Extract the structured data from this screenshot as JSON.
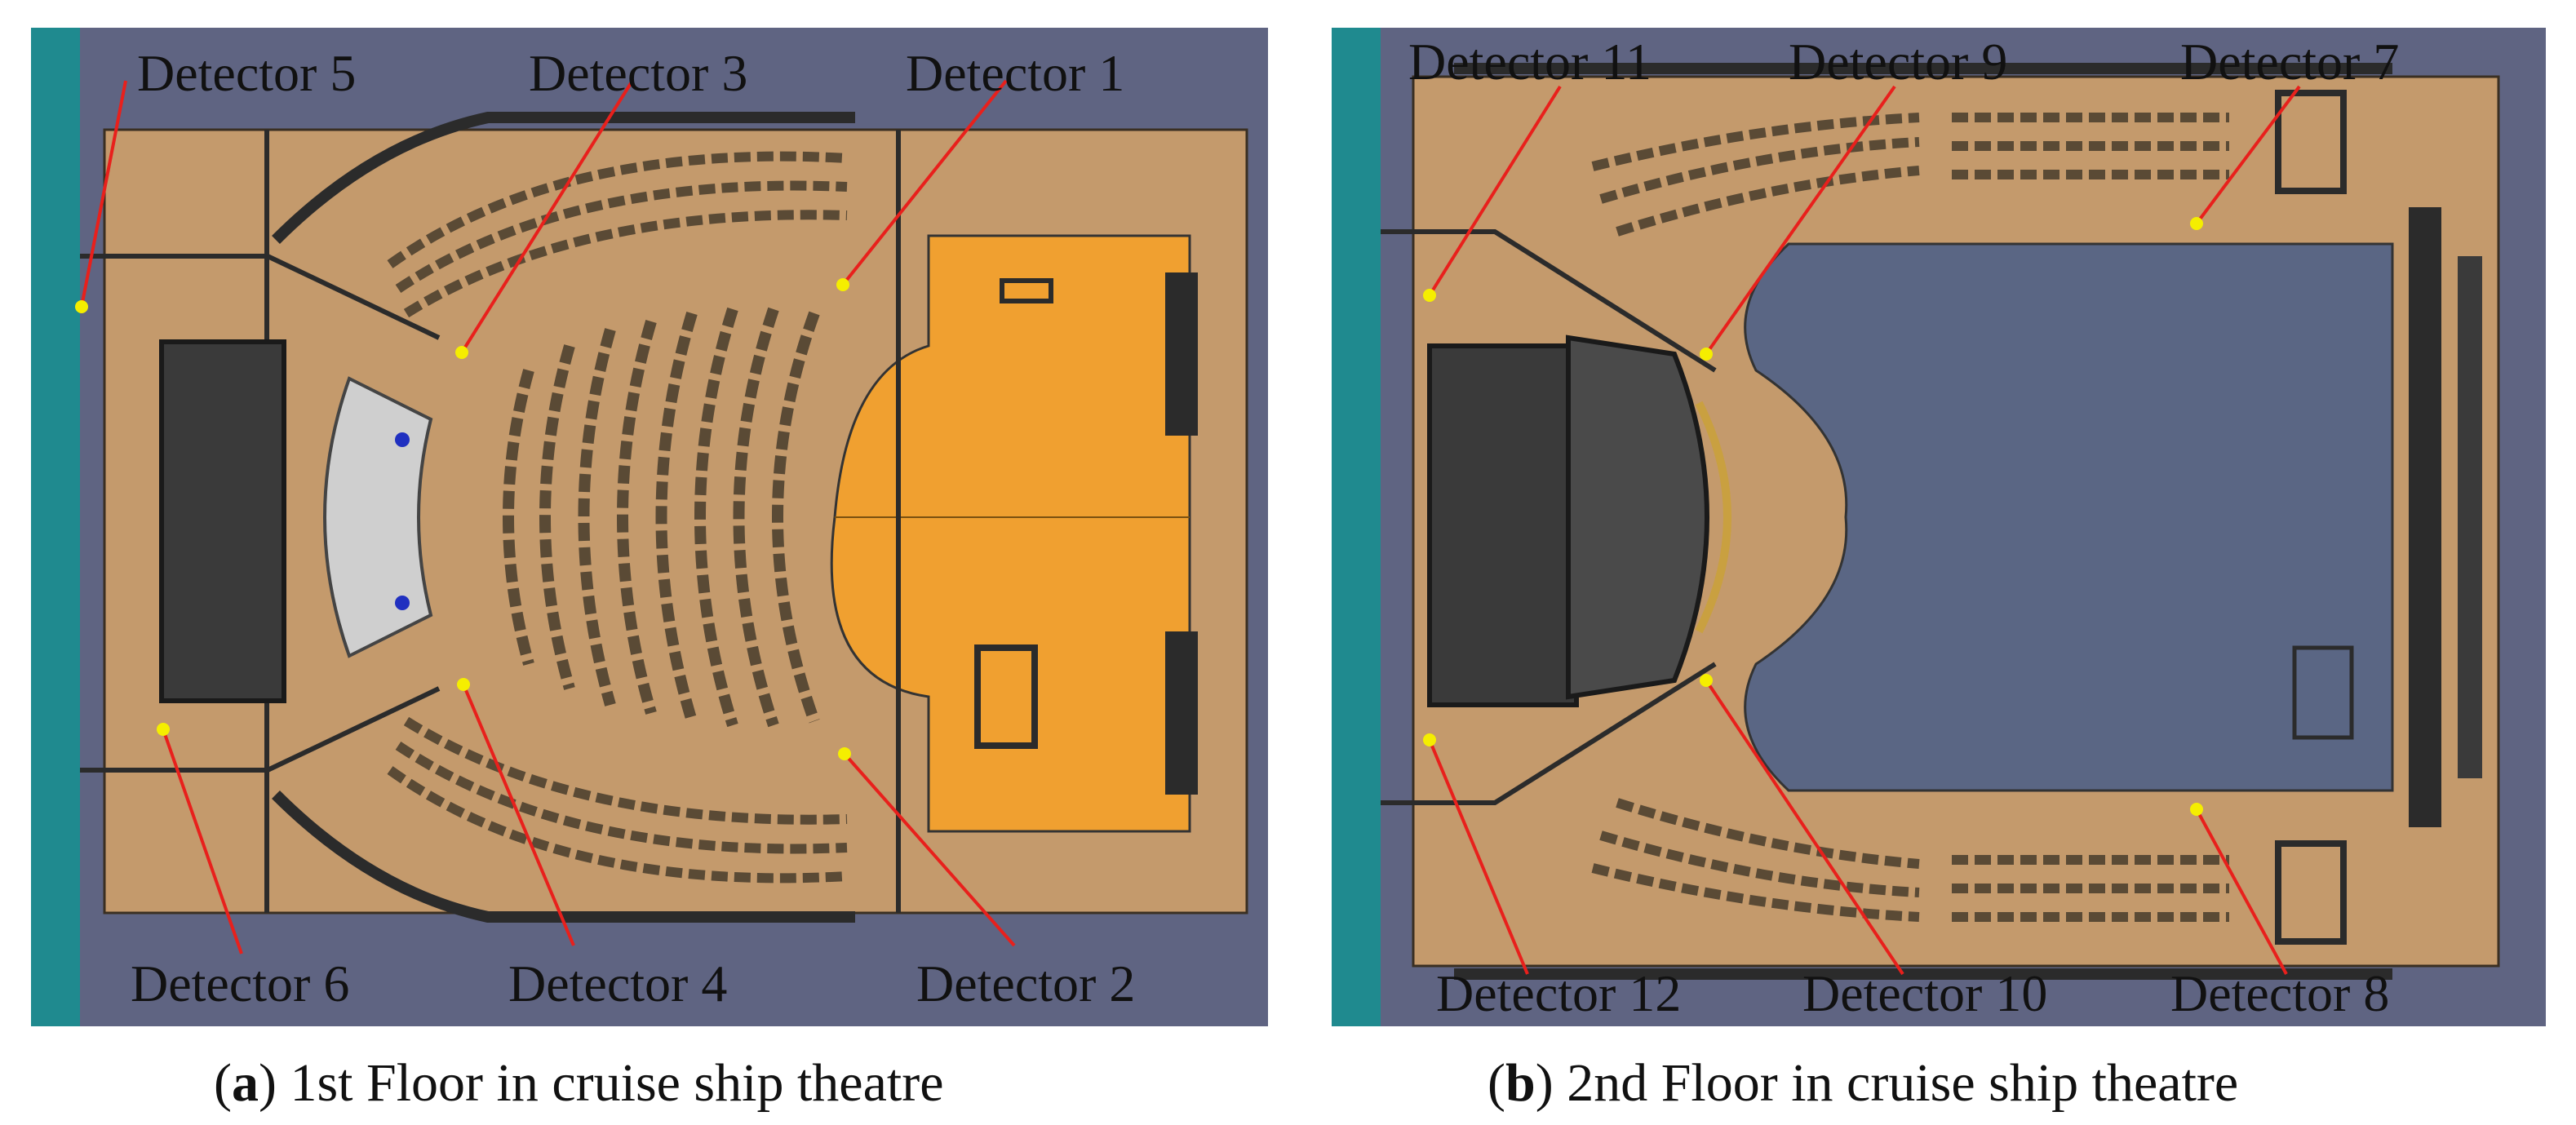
{
  "panels": [
    {
      "id": "a",
      "caption_tag": "a",
      "caption_text": "1st Floor in cruise ship theatre",
      "detectors": [
        "Detector 5",
        "Detector 3",
        "Detector 1",
        "Detector 6",
        "Detector 4",
        "Detector 2"
      ]
    },
    {
      "id": "b",
      "caption_tag": "b",
      "caption_text": "2nd Floor in cruise ship theatre",
      "detectors": [
        "Detector 11",
        "Detector 9",
        "Detector 7",
        "Detector 12",
        "Detector 10",
        "Detector 8"
      ]
    }
  ],
  "colors": {
    "frame": "#5f6482",
    "water_edge": "#1f8a8f",
    "floor": "#c49a6c",
    "stage": "#f0a030",
    "stage_floor2": "#5a6684",
    "wall": "#2b2b2b",
    "seat": "#7a6a50",
    "leader_line": "#e8201c",
    "detector_dot": "#f5ee00"
  }
}
